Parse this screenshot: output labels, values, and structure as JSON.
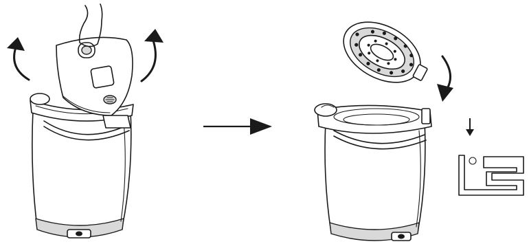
{
  "figure": {
    "steps": [
      {
        "id": "step-1",
        "action": "lift-lid"
      },
      {
        "id": "step-2",
        "action": "reattach-lid"
      }
    ],
    "colors": {
      "line": "#1a1a1a",
      "fill": "#ffffff",
      "shade": "#d9d9d9"
    }
  }
}
